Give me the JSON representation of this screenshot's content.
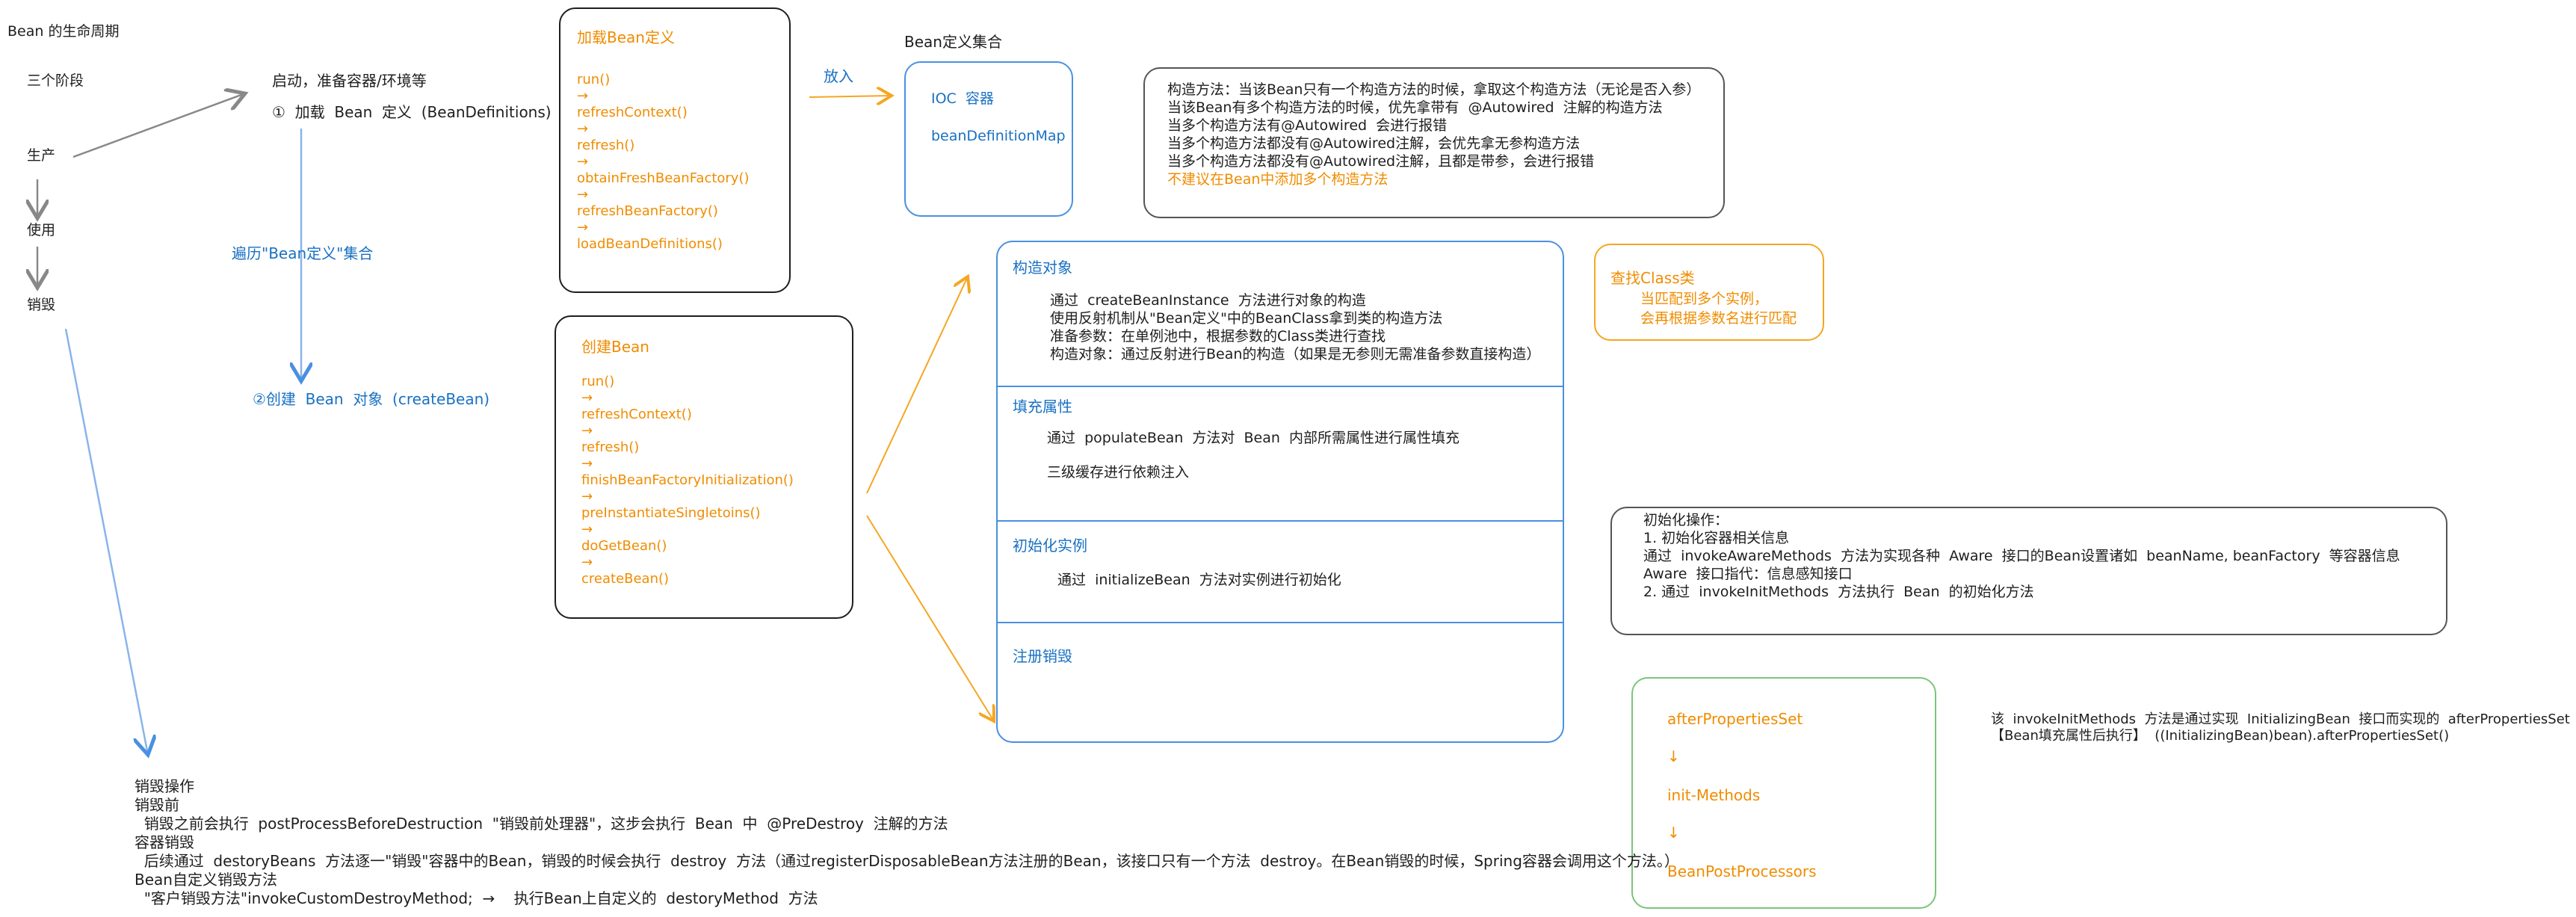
{
  "lifecycle": {
    "title": "Bean 的生命周期",
    "three_stages": "三个阶段",
    "produce": "生产",
    "use": "使用",
    "destroy": "销毁"
  },
  "startup": {
    "line1": "启动，准备容器/环境等",
    "line2": "①  加载  Bean  定义  (BeanDefinitions)",
    "traverse": "遍历\"Bean定义\"集合",
    "create": "②创建  Bean  对象  (createBean)",
    "put_in": "放入"
  },
  "load_box": {
    "title": "加载Bean定义",
    "items": [
      "run()",
      "→",
      "refreshContext()",
      "→",
      "refresh()",
      "→",
      "obtainFreshBeanFactory()",
      "→",
      "refreshBeanFactory()",
      "→",
      "loadBeanDefinitions()"
    ]
  },
  "ioc": {
    "label": "Bean定义集合",
    "line1": "IOC  容器",
    "line2": "beanDefinitionMap"
  },
  "construct_note": {
    "lines": [
      "构造方法：当该Bean只有一个构造方法的时候，拿取这个构造方法（无论是否入参）",
      "当该Bean有多个构造方法的时候，优先拿带有  @Autowired  注解的构造方法",
      "当多个构造方法有@Autowired  会进行报错",
      "当多个构造方法都没有@Autowired注解，会优先拿无参构造方法",
      "当多个构造方法都没有@Autowired注解，且都是带参，会进行报错"
    ],
    "warning": "不建议在Bean中添加多个构造方法"
  },
  "create_box": {
    "title": "创建Bean",
    "items": [
      "run()",
      "→",
      "refreshContext()",
      "→",
      "refresh()",
      "→",
      "finishBeanFactoryInitialization()",
      "→",
      "preInstantiateSingletoins()",
      "→",
      "doGetBean()",
      "→",
      "createBean()"
    ]
  },
  "phases": {
    "construct_title": "构造对象",
    "construct_lines": [
      "通过  createBeanInstance  方法进行对象的构造",
      "使用反射机制从\"Bean定义\"中的BeanClass拿到类的构造方法",
      "准备参数：在单例池中，根据参数的Class类进行查找",
      "构造对象：通过反射进行Bean的构造（如果是无参则无需准备参数直接构造）"
    ],
    "populate_title": "填充属性",
    "populate_line1": "通过  populateBean  方法对  Bean  内部所需属性进行属性填充",
    "populate_line2": "三级缓存进行依赖注入",
    "init_title": "初始化实例",
    "init_line": "通过  initializeBean  方法对实例进行初始化",
    "destroy_title": "注册销毁"
  },
  "find_class": {
    "title": "查找Class类",
    "line1": "当匹配到多个实例，",
    "line2": "会再根据参数名进行匹配"
  },
  "init_note": {
    "lines": [
      "初始化操作：",
      "1. 初始化容器相关信息",
      "通过  invokeAwareMethods  方法为实现各种  Aware  接口的Bean设置诸如  beanName, beanFactory  等容器信息",
      "Aware  接口指代：信息感知接口",
      "2. 通过  invokeInitMethods  方法执行  Bean  的初始化方法"
    ]
  },
  "init_order": {
    "items": [
      "afterPropertiesSet",
      "↓",
      "init-Methods",
      "↓",
      "BeanPostProcessors"
    ]
  },
  "invoke_note": {
    "line1": "该  invokeInitMethods  方法是通过实现  InitializingBean  接口而实现的  afterPropertiesSet  方法",
    "line2": "【Bean填充属性后执行】  ((InitializingBean)bean).afterPropertiesSet()"
  },
  "destroy_note": {
    "lines": [
      "销毁操作",
      "销毁前",
      "  销毁之前会执行  postProcessBeforeDestruction  \"销毁前处理器\"，这步会执行  Bean  中  @PreDestroy  注解的方法",
      "容器销毁",
      "  后续通过  destoryBeans  方法逐一\"销毁\"容器中的Bean，销毁的时候会执行  destroy  方法（通过registerDisposableBean方法注册的Bean，该接口只有一个方法  destroy。在Bean销毁的时候，Spring容器会调用这个方法。）",
      "Bean自定义销毁方法",
      "  \"客户销毁方法\"invokeCustomDestroyMethod;  →    执行Bean上自定义的  destoryMethod  方法"
    ]
  }
}
